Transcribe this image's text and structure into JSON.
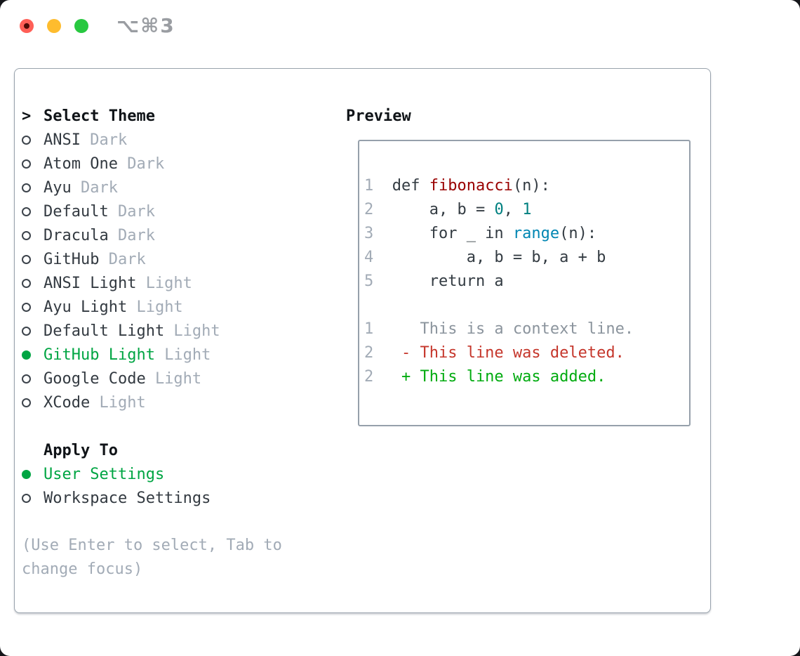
{
  "titlebar": {
    "shortcut": "⌥⌘3"
  },
  "theme_panel": {
    "header_marker": ">",
    "header": "Select Theme",
    "themes": [
      {
        "label": "ANSI",
        "variant": "Dark",
        "selected": false
      },
      {
        "label": "Atom One",
        "variant": "Dark",
        "selected": false
      },
      {
        "label": "Ayu",
        "variant": "Dark",
        "selected": false
      },
      {
        "label": "Default",
        "variant": "Dark",
        "selected": false
      },
      {
        "label": "Dracula",
        "variant": "Dark",
        "selected": false
      },
      {
        "label": "GitHub",
        "variant": "Dark",
        "selected": false
      },
      {
        "label": "ANSI Light",
        "variant": "Light",
        "selected": false
      },
      {
        "label": "Ayu Light",
        "variant": "Light",
        "selected": false
      },
      {
        "label": "Default Light",
        "variant": "Light",
        "selected": false
      },
      {
        "label": "GitHub Light",
        "variant": "Light",
        "selected": true
      },
      {
        "label": "Google Code",
        "variant": "Light",
        "selected": false
      },
      {
        "label": "XCode",
        "variant": "Light",
        "selected": false
      }
    ],
    "apply_to": {
      "header": "Apply To",
      "options": [
        {
          "label": "User Settings",
          "selected": true
        },
        {
          "label": "Workspace Settings",
          "selected": false
        }
      ]
    },
    "hint": "(Use Enter to select, Tab to change focus)"
  },
  "preview": {
    "header": "Preview",
    "code_lines": [
      {
        "number": "1",
        "tokens": [
          {
            "text": "def ",
            "type": "keyword"
          },
          {
            "text": "fibonacci",
            "type": "function"
          },
          {
            "text": "(n):",
            "type": "plain"
          }
        ]
      },
      {
        "number": "2",
        "tokens": [
          {
            "text": "    a, b = ",
            "type": "plain"
          },
          {
            "text": "0",
            "type": "number"
          },
          {
            "text": ", ",
            "type": "plain"
          },
          {
            "text": "1",
            "type": "number"
          }
        ]
      },
      {
        "number": "3",
        "tokens": [
          {
            "text": "    for _ in ",
            "type": "plain"
          },
          {
            "text": "range",
            "type": "builtin"
          },
          {
            "text": "(n):",
            "type": "plain"
          }
        ]
      },
      {
        "number": "4",
        "tokens": [
          {
            "text": "        a, b = b, a + b",
            "type": "plain"
          }
        ]
      },
      {
        "number": "5",
        "tokens": [
          {
            "text": "    return a",
            "type": "plain"
          }
        ]
      }
    ],
    "diff_lines": [
      {
        "number": "1",
        "type": "context",
        "text": "   This is a context line."
      },
      {
        "number": "2",
        "type": "deleted",
        "text": " - This line was deleted."
      },
      {
        "number": "2",
        "type": "added",
        "text": " + This line was added."
      }
    ]
  },
  "colors": {
    "selection_green": "#00a543",
    "added_green": "#00ab0f",
    "deleted_red": "#c5362b",
    "function_red": "#990000",
    "number_teal": "#008080",
    "builtin_blue": "#0086b3",
    "muted_gray": "#a2abb6",
    "text_dark": "#333a41",
    "traffic_red": "#ff5f57",
    "traffic_yellow": "#febc2e",
    "traffic_green": "#28c840"
  }
}
